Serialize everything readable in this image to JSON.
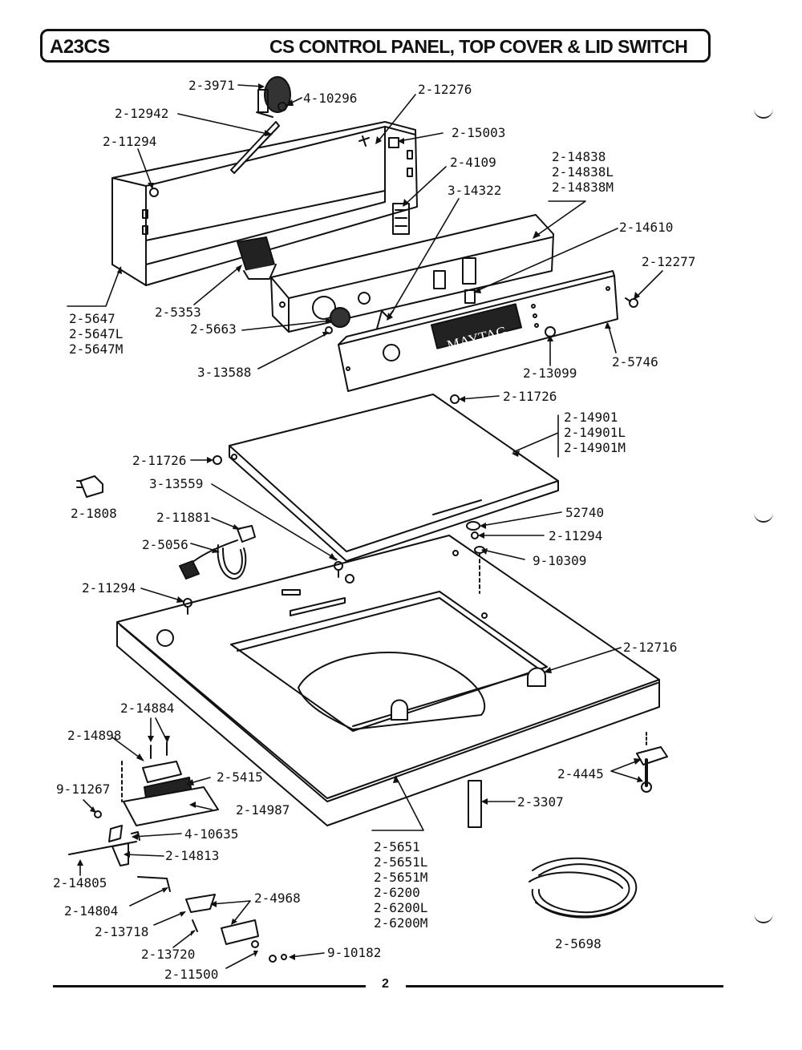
{
  "header": {
    "model": "A23CS",
    "title": "CS CONTROL PANEL, TOP COVER & LID SWITCH"
  },
  "brand_plate": "MAYTAG",
  "page_number": "2",
  "part_labels": [
    {
      "id": "p3971",
      "text": "2-3971"
    },
    {
      "id": "p10296",
      "text": "4-10296"
    },
    {
      "id": "p12276",
      "text": "2-12276"
    },
    {
      "id": "p12942",
      "text": "2-12942"
    },
    {
      "id": "p11294a",
      "text": "2-11294"
    },
    {
      "id": "p15003",
      "text": "2-15003"
    },
    {
      "id": "p4109",
      "text": "2-4109"
    },
    {
      "id": "p14322",
      "text": "3-14322"
    },
    {
      "id": "p14610",
      "text": "2-14610"
    },
    {
      "id": "p12277",
      "text": "2-12277"
    },
    {
      "id": "p5353",
      "text": "2-5353"
    },
    {
      "id": "p5663",
      "text": "2-5663"
    },
    {
      "id": "p13588",
      "text": "3-13588"
    },
    {
      "id": "p13099",
      "text": "2-13099"
    },
    {
      "id": "p5746",
      "text": "2-5746"
    },
    {
      "id": "p11726a",
      "text": "2-11726"
    },
    {
      "id": "p11726b",
      "text": "2-11726"
    },
    {
      "id": "p13559",
      "text": "3-13559"
    },
    {
      "id": "p1808",
      "text": "2-1808"
    },
    {
      "id": "p11881",
      "text": "2-11881"
    },
    {
      "id": "p5056",
      "text": "2-5056"
    },
    {
      "id": "p52740",
      "text": "52740"
    },
    {
      "id": "p11294b",
      "text": "2-11294"
    },
    {
      "id": "p10309",
      "text": "9-10309"
    },
    {
      "id": "p11294c",
      "text": "2-11294"
    },
    {
      "id": "p12716",
      "text": "2-12716"
    },
    {
      "id": "p14884",
      "text": "2-14884"
    },
    {
      "id": "p14898",
      "text": "2-14898"
    },
    {
      "id": "p5415",
      "text": "2-5415"
    },
    {
      "id": "p11267",
      "text": "9-11267"
    },
    {
      "id": "p14987",
      "text": "2-14987"
    },
    {
      "id": "p10635",
      "text": "4-10635"
    },
    {
      "id": "p14813",
      "text": "2-14813"
    },
    {
      "id": "p14805",
      "text": "2-14805"
    },
    {
      "id": "p14804",
      "text": "2-14804"
    },
    {
      "id": "p4968",
      "text": "2-4968"
    },
    {
      "id": "p13718",
      "text": "2-13718"
    },
    {
      "id": "p13720",
      "text": "2-13720"
    },
    {
      "id": "p10182",
      "text": "9-10182"
    },
    {
      "id": "p11500",
      "text": "2-11500"
    },
    {
      "id": "p4445",
      "text": "2-4445"
    },
    {
      "id": "p3307",
      "text": "2-3307"
    },
    {
      "id": "p5698",
      "text": "2-5698"
    }
  ],
  "label_groups": {
    "g14838": [
      "2-14838",
      "2-14838L",
      "2-14838M"
    ],
    "g5647": [
      "2-5647",
      "2-5647L",
      "2-5647M"
    ],
    "g14901": [
      "2-14901",
      "2-14901L",
      "2-14901M"
    ],
    "g5651": [
      "2-5651",
      "2-5651L",
      "2-5651M",
      "2-6200",
      "2-6200L",
      "2-6200M"
    ]
  }
}
